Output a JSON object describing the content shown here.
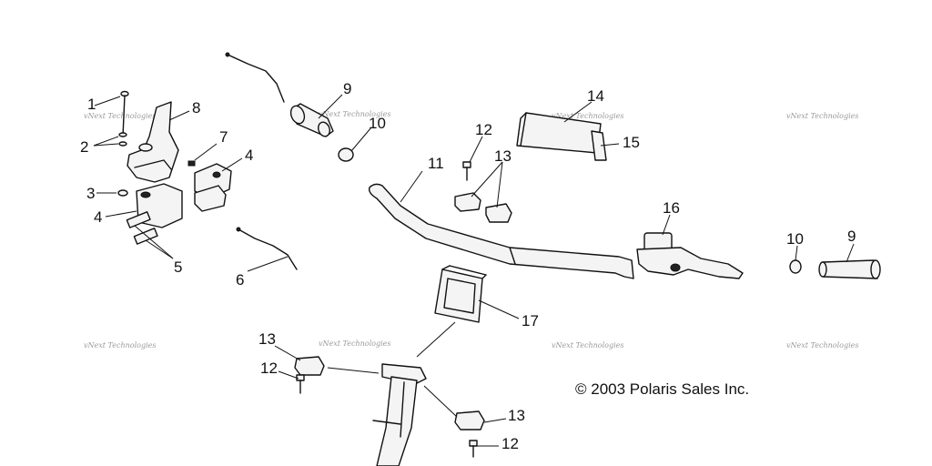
{
  "callouts": {
    "c1": "1",
    "c2": "2",
    "c3": "3",
    "c4a": "4",
    "c4b": "4",
    "c5": "5",
    "c6": "6",
    "c7": "7",
    "c8": "8",
    "c9a": "9",
    "c9b": "9",
    "c10a": "10",
    "c10b": "10",
    "c11": "11",
    "c12a": "12",
    "c12b": "12",
    "c12c": "12",
    "c13a": "13",
    "c13b": "13",
    "c13c": "13",
    "c14": "14",
    "c15": "15",
    "c16": "16",
    "c17": "17"
  },
  "copyright": "© 2003 Polaris Sales Inc.",
  "watermark": "vNext Technologies"
}
